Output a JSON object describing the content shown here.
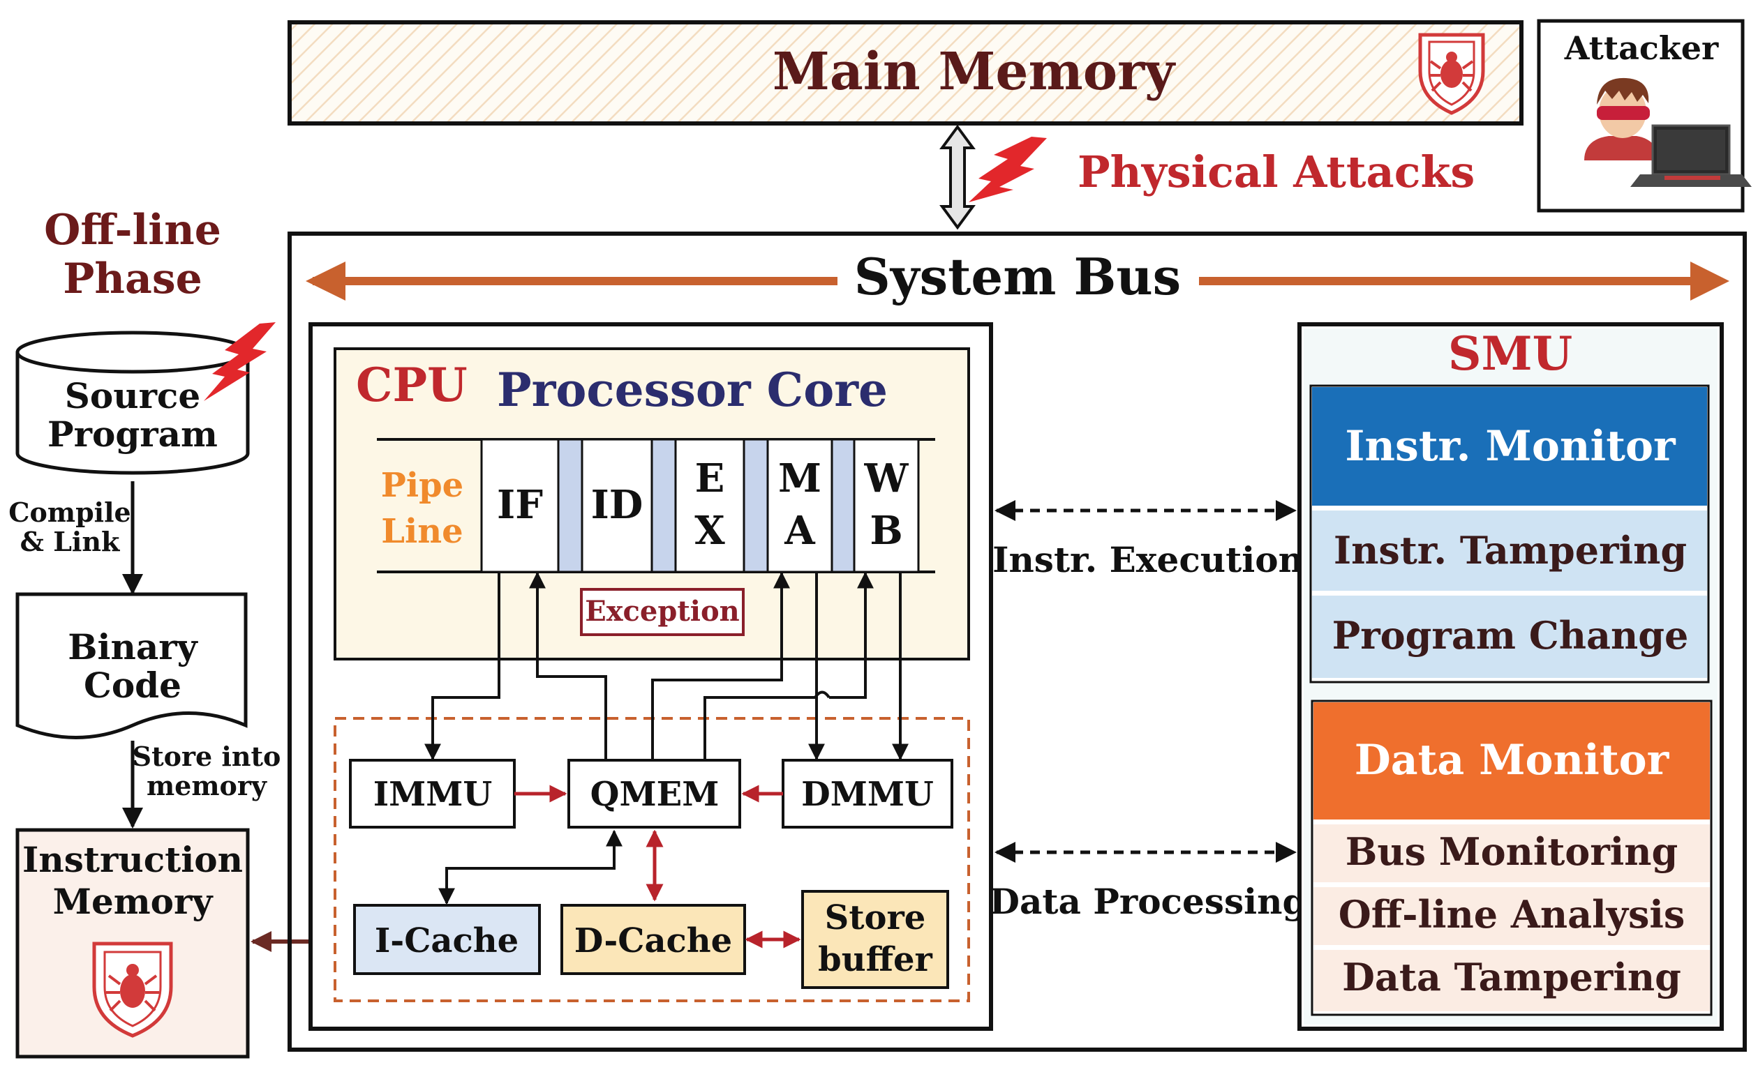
{
  "main_memory": {
    "label": "Main Memory",
    "shield_icon": "spider-shield-icon"
  },
  "attacker": {
    "label": "Attacker",
    "icon": "hacker-with-laptop-icon"
  },
  "physical_attacks": "Physical Attacks",
  "offline_phase": {
    "line1": "Off-line",
    "line2": "Phase"
  },
  "source_program": {
    "line1": "Source",
    "line2": "Program"
  },
  "compile_link": {
    "line1": "Compile",
    "line2": "& Link"
  },
  "binary_code": {
    "line1": "Binary",
    "line2": "Code"
  },
  "store_into_memory": {
    "line1": "Store into",
    "line2": "memory"
  },
  "instruction_memory": {
    "line1": "Instruction",
    "line2": "Memory",
    "shield_icon": "spider-shield-icon"
  },
  "system_bus": "System Bus",
  "cpu": {
    "label": "CPU",
    "core_label": "Processor Core",
    "pipeline_label": {
      "line1": "Pipe",
      "line2": "Line"
    },
    "stages": [
      {
        "line1": "IF",
        "line2": ""
      },
      {
        "line1": "ID",
        "line2": ""
      },
      {
        "line1": "E",
        "line2": "X"
      },
      {
        "line1": "M",
        "line2": "A"
      },
      {
        "line1": "W",
        "line2": "B"
      }
    ],
    "exception": "Exception"
  },
  "memory_units": {
    "immu": "IMMU",
    "qmem": "QMEM",
    "dmmu": "DMMU",
    "icache": "I-Cache",
    "dcache": "D-Cache",
    "store_buffer": {
      "line1": "Store",
      "line2": "buffer"
    }
  },
  "links": {
    "instr_execution": "Instr. Execution",
    "data_processing": "Data Processing"
  },
  "smu": {
    "label": "SMU",
    "instr_monitor": "Instr. Monitor",
    "instr_items": [
      "Instr. Tampering",
      "Program Change"
    ],
    "data_monitor": "Data Monitor",
    "data_items": [
      "Bus Monitoring",
      "Off-line Analysis",
      "Data Tampering"
    ]
  },
  "colors": {
    "dark_red": "#6b1a1a",
    "red": "#c0282d",
    "navy": "#2b2d6e",
    "orange": "#f08a2c",
    "bus_orange": "#c8612e",
    "instr_blue": "#1a6fb8",
    "light_blue": "#cfe3f3",
    "data_orange": "#ef6f2d",
    "light_peach": "#fbece3",
    "cream": "#fdf7e6",
    "cache_yellow": "#fbe6b8",
    "icache_blue": "#dbe6f4"
  }
}
